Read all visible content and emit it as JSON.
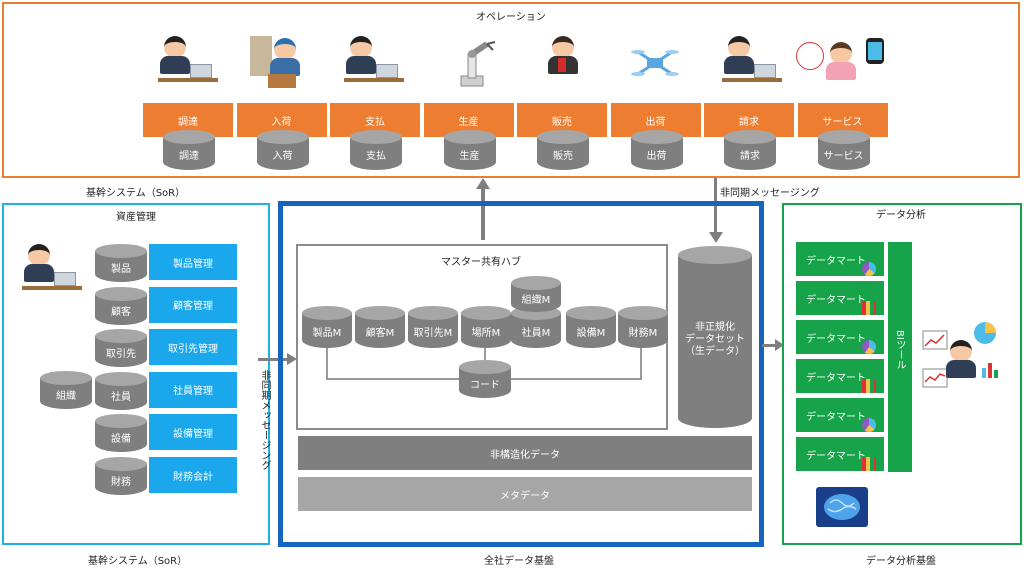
{
  "operations": {
    "title": "オペレーション",
    "items": [
      {
        "bar": "調達",
        "db": "調達"
      },
      {
        "bar": "入荷",
        "db": "入荷"
      },
      {
        "bar": "支払",
        "db": "支払"
      },
      {
        "bar": "生産",
        "db": "生産"
      },
      {
        "bar": "販売",
        "db": "販売"
      },
      {
        "bar": "出荷",
        "db": "出荷"
      },
      {
        "bar": "請求",
        "db": "請求"
      },
      {
        "bar": "サービス",
        "db": "サービス"
      }
    ],
    "footer_label": "基幹システム（SoR）"
  },
  "async_top": "非同期メッセージング",
  "asset": {
    "title": "資産管理",
    "rows": [
      {
        "db": "製品",
        "bar": "製品管理"
      },
      {
        "db": "顧客",
        "bar": "顧客管理"
      },
      {
        "db": "取引先",
        "bar": "取引先管理"
      },
      {
        "db": "社員",
        "bar": "社員管理"
      },
      {
        "db": "設備",
        "bar": "設備管理"
      },
      {
        "db": "財務",
        "bar": "財務会計"
      }
    ],
    "extra_db": "組織",
    "footer_label": "基幹システム（SoR）"
  },
  "async_left": "非同期メッセージング",
  "data_platform": {
    "hub_title": "マスター共有ハブ",
    "masters": [
      "製品M",
      "顧客M",
      "取引先M",
      "場所M",
      "社員M",
      "設備M",
      "財務M"
    ],
    "org_master": "組織M",
    "code": "コード",
    "denorm": "非正規化\nデータセット\n（生データ）",
    "unstructured": "非構造化データ",
    "meta": "メタデータ",
    "footer_label": "全社データ基盤"
  },
  "analytics": {
    "title": "データ分析",
    "marts": [
      "データマート",
      "データマート",
      "データマート",
      "データマート",
      "データマート",
      "データマート"
    ],
    "bi_tool": "BIツール",
    "footer_label": "データ分析基盤"
  },
  "colors": {
    "orange": "#ed7d31",
    "blue": "#1aa7ec",
    "navy": "#1565c0",
    "green": "#16a34a",
    "gray": "#7f7f7f"
  }
}
